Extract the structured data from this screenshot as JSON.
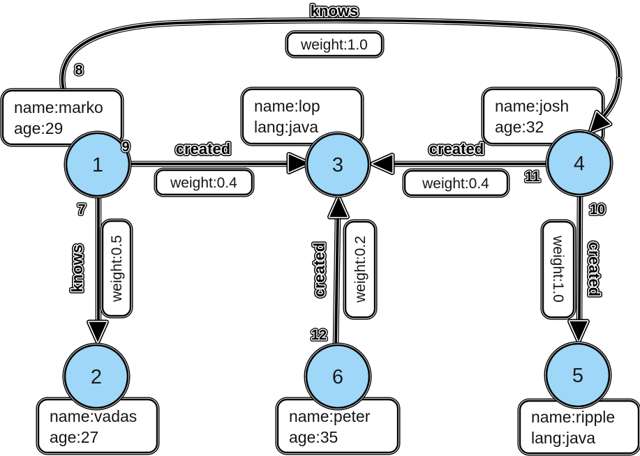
{
  "graph": {
    "background_color": "#ffffff",
    "node_fill_color": "#9ED7F7",
    "nodes": [
      {
        "id": "1",
        "properties": [
          "name:marko",
          "age:29"
        ]
      },
      {
        "id": "2",
        "properties": [
          "name:vadas",
          "age:27"
        ]
      },
      {
        "id": "3",
        "properties": [
          "name:lop",
          "lang:java"
        ]
      },
      {
        "id": "4",
        "properties": [
          "name:josh",
          "age:32"
        ]
      },
      {
        "id": "5",
        "properties": [
          "name:ripple",
          "lang:java"
        ]
      },
      {
        "id": "6",
        "properties": [
          "name:peter",
          "age:35"
        ]
      }
    ],
    "edges": [
      {
        "id": "7",
        "label": "knows",
        "weight": "weight:0.5",
        "from": "1",
        "to": "2"
      },
      {
        "id": "8",
        "label": "knows",
        "weight": "weight:1.0",
        "from": "1",
        "to": "4"
      },
      {
        "id": "9",
        "label": "created",
        "weight": "weight:0.4",
        "from": "1",
        "to": "3"
      },
      {
        "id": "10",
        "label": "created",
        "weight": "weight:1.0",
        "from": "4",
        "to": "5"
      },
      {
        "id": "11",
        "label": "created",
        "weight": "weight:0.4",
        "from": "4",
        "to": "3"
      },
      {
        "id": "12",
        "label": "created",
        "weight": "weight:0.2",
        "from": "6",
        "to": "3"
      }
    ]
  }
}
